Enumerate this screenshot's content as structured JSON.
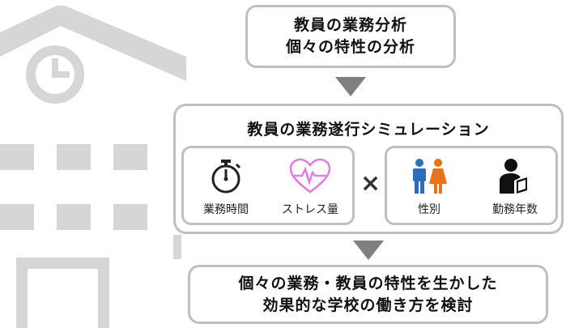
{
  "top_box": {
    "line1": "教員の業務分析",
    "line2": "個々の特性の分析"
  },
  "middle_box": {
    "title": "教員の業務遂行シミュレーション",
    "left_items": [
      {
        "icon": "stopwatch-icon",
        "label": "業務時間"
      },
      {
        "icon": "heart-pulse-icon",
        "label": "ストレス量"
      }
    ],
    "operator": "×",
    "right_items": [
      {
        "icon": "male-female-icon",
        "label": "性別"
      },
      {
        "icon": "person-book-icon",
        "label": "勤務年数"
      }
    ]
  },
  "bottom_box": {
    "line1": "個々の業務・教員の特性を生かした",
    "line2": "効果的な学校の働き方を検討"
  },
  "colors": {
    "background_illustration": "#d6d6d6",
    "box_border": "#bfbfbf",
    "arrow": "#7f7f7f",
    "heart": "#e27be8",
    "male": "#2a6fbd",
    "female": "#e8731a",
    "text": "#111111"
  }
}
